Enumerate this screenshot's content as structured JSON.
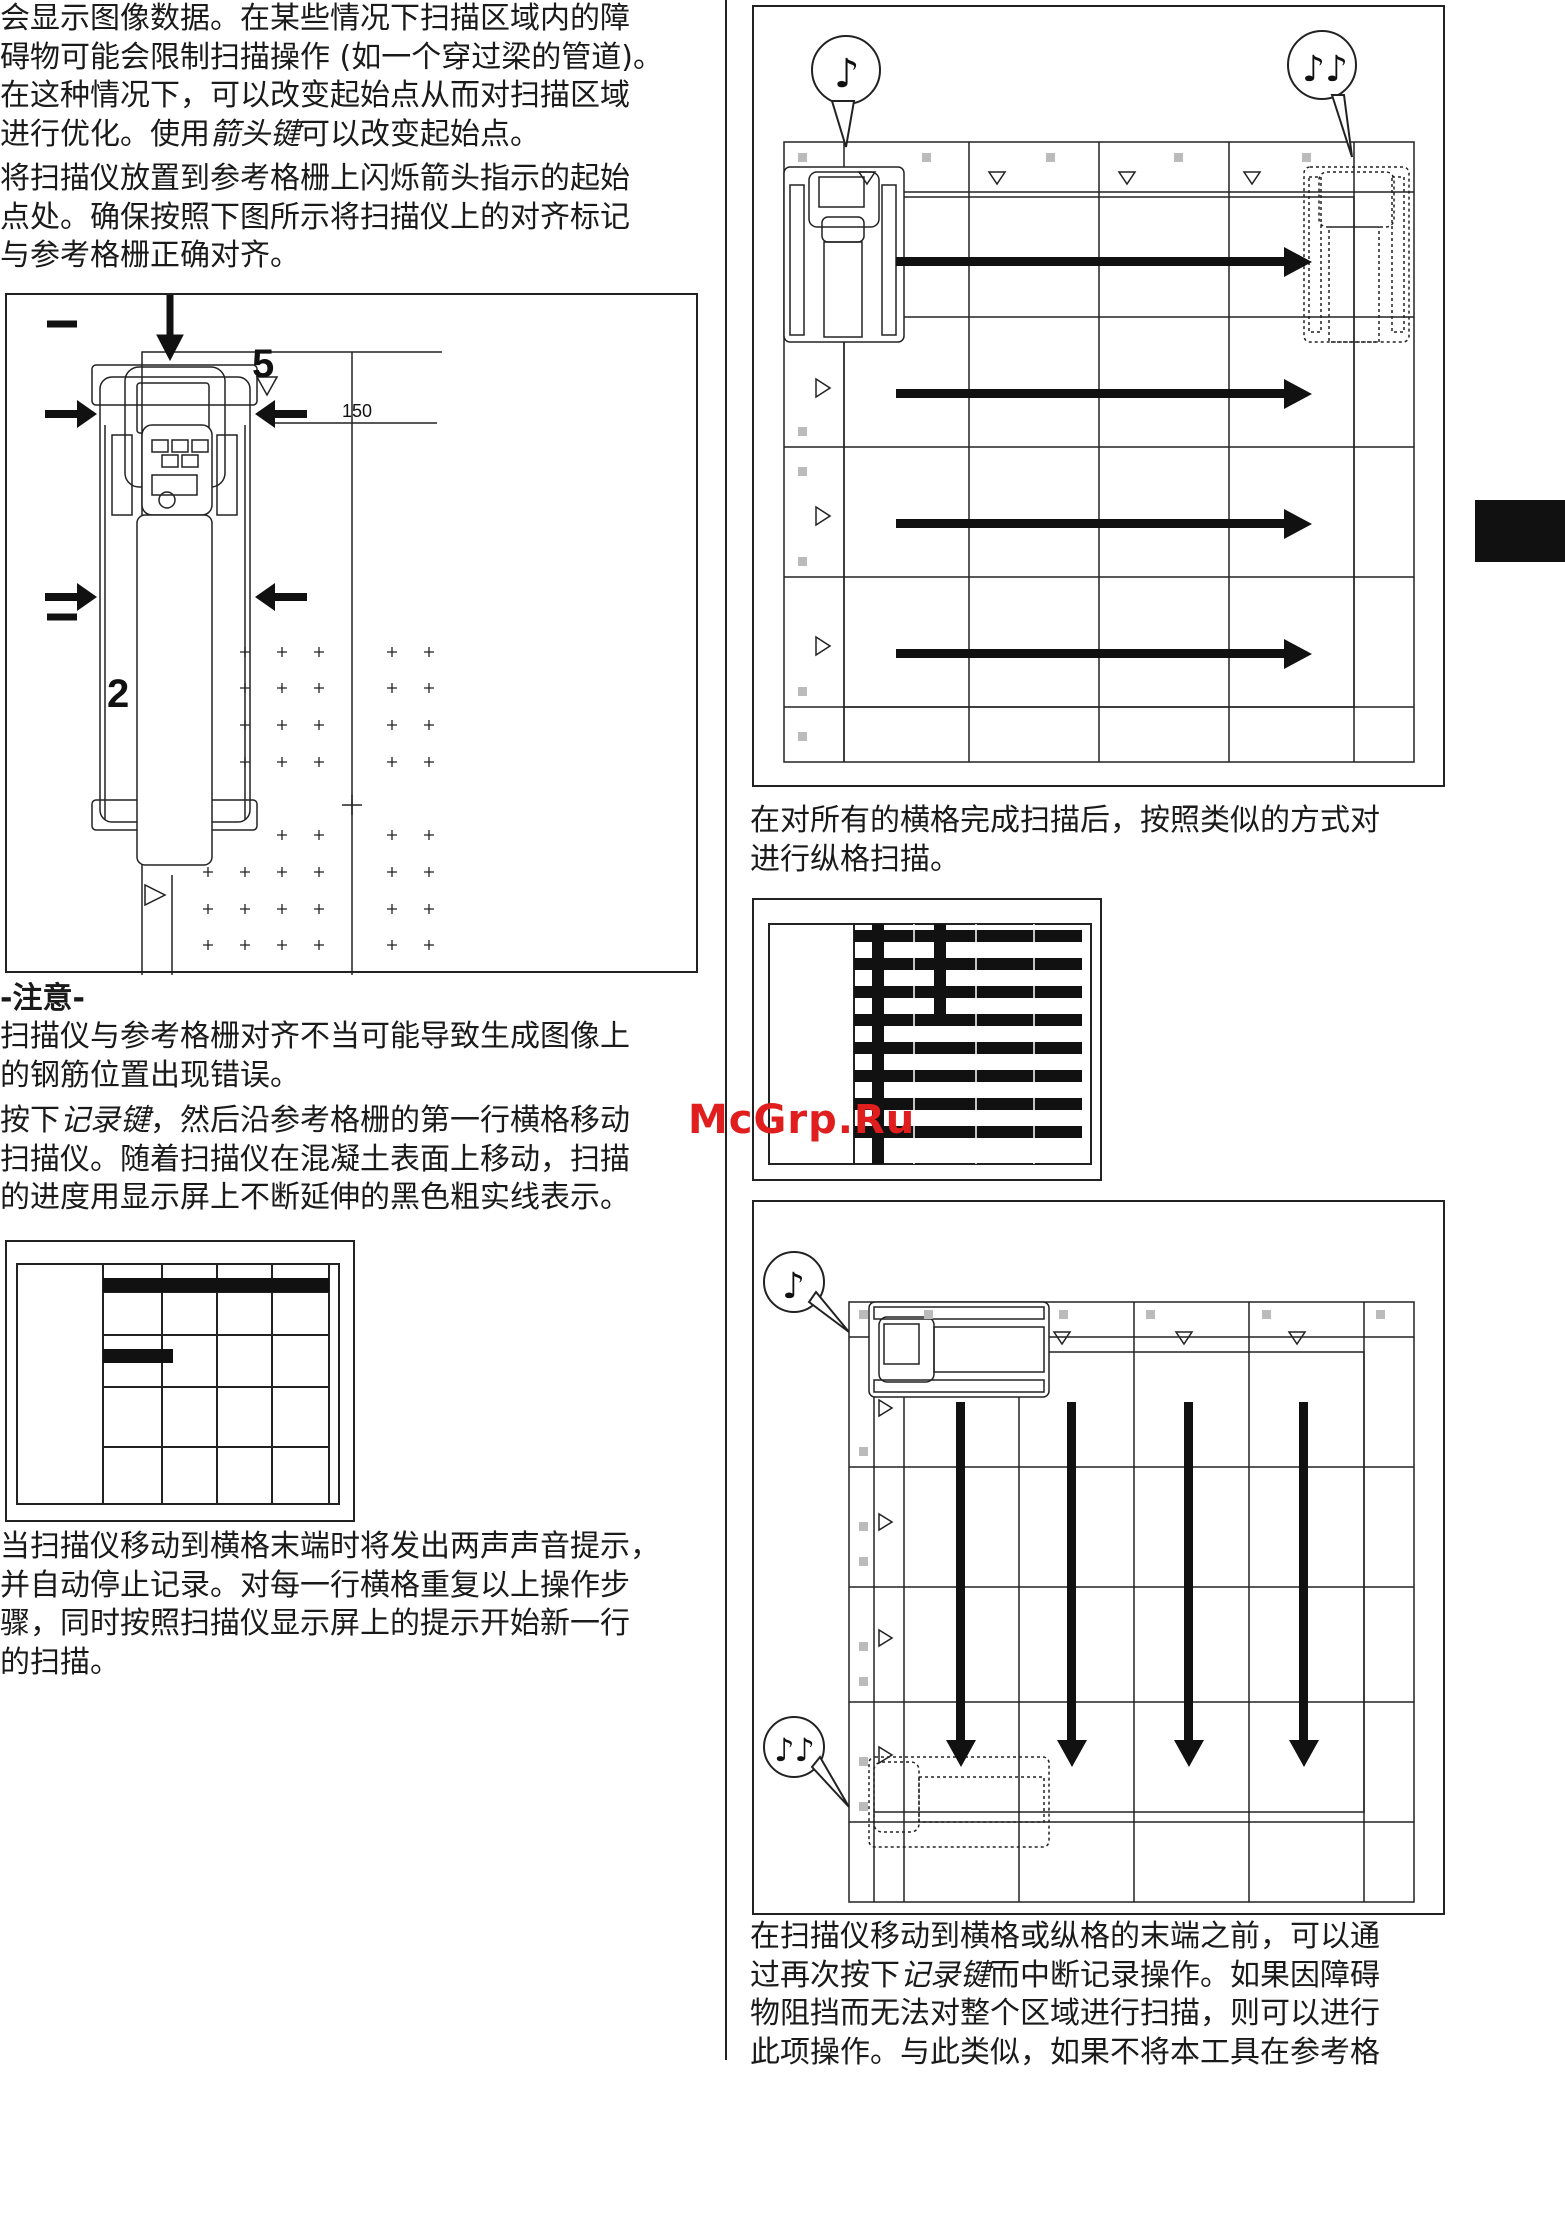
{
  "colors": {
    "text": "#1a1a1a",
    "rule": "#222222",
    "watermark": "#e01e1e",
    "tab": "#111111"
  },
  "left_column": {
    "p1": "会显示图像数据。在某些情况下扫描区域内的障\n碍物可能会限制扫描操作 (如一个穿过梁的管道)。\n在这种情况下，可以改变起始点从而对扫描区域\n进行优化。使用",
    "p1_italic": "箭头键",
    "p1_end": "可以改变起始点。",
    "p2": "将扫描仪放置到参考格栅上闪烁箭头指示的起始\n点处。确保按照下图所示将扫描仪上的对齐标记\n与参考格栅正确对齐。",
    "note_heading": "-注意-",
    "note_body": "扫描仪与参考格栅对齐不当可能导致生成图像上\n的钢筋位置出现错误。",
    "p3_start": "按下",
    "p3_italic": "记录键",
    "p3_end": "，然后沿参考格栅的第一行横格移动\n扫描仪。随着扫描仪在混凝土表面上移动，扫描\n的进度用显示屏上不断延伸的黑色粗实线表示。",
    "p4": "当扫描仪移动到横格末端时将发出两声声音提示，\n并自动停止记录。对每一行横格重复以上操作步\n骤，同时按照扫描仪显示屏上的提示开始新一行\n的扫描。"
  },
  "figure_alignment": {
    "label_top": "5",
    "label_bottom": "2",
    "dimension": "150"
  },
  "right_column": {
    "p5": "在对所有的横格完成扫描后，按照类似的方式对\n进行纵格扫描。",
    "p6_start": "在扫描仪移动到横格或纵格的末端之前，可以通\n过再次按下",
    "p6_italic": "记录键",
    "p6_end": "而中断记录操作。如果因障碍\n物阻挡而无法对整个区域进行扫描，则可以进行\n此项操作。与此类似，如果不将本工具在参考格"
  },
  "watermark": "McGrp.Ru",
  "icons": {
    "single_beep": "music-note-icon",
    "double_beep": "double-music-note-icon"
  }
}
